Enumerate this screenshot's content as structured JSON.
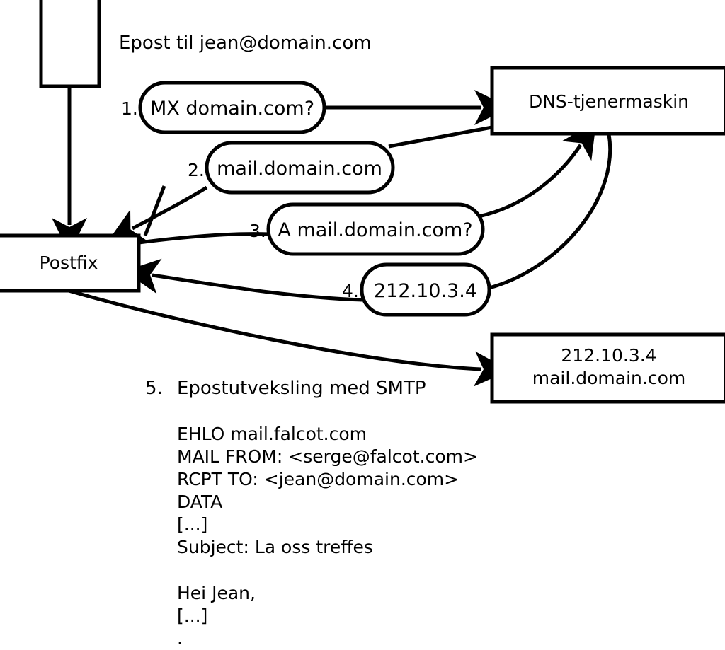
{
  "diagram": {
    "title_caption": "Epost til jean@domain.com",
    "nodes": {
      "client_box": {
        "label": ""
      },
      "postfix_box": {
        "label": "Postfix"
      },
      "dns_box": {
        "label": "DNS-tjenermaskin"
      },
      "mailserver_box": {
        "line1": "212.10.3.4",
        "line2": "mail.domain.com"
      }
    },
    "steps": [
      {
        "num": "1.",
        "label": "MX domain.com?"
      },
      {
        "num": "2.",
        "label": "mail.domain.com"
      },
      {
        "num": "3.",
        "label": "A mail.domain.com?"
      },
      {
        "num": "4.",
        "label": "212.10.3.4"
      }
    ],
    "step5": {
      "num": "5.",
      "label": "Epostutveksling med SMTP"
    },
    "smtp_transcript": [
      "EHLO mail.falcot.com",
      "MAIL FROM: <serge@falcot.com>",
      "RCPT TO: <jean@domain.com>",
      "DATA",
      "[...]",
      "Subject: La oss treffes",
      "",
      "Hei Jean,",
      "[...]",
      "."
    ],
    "colors": {
      "stroke": "#000000",
      "fill": "#ffffff",
      "background": "#ffffff"
    }
  }
}
